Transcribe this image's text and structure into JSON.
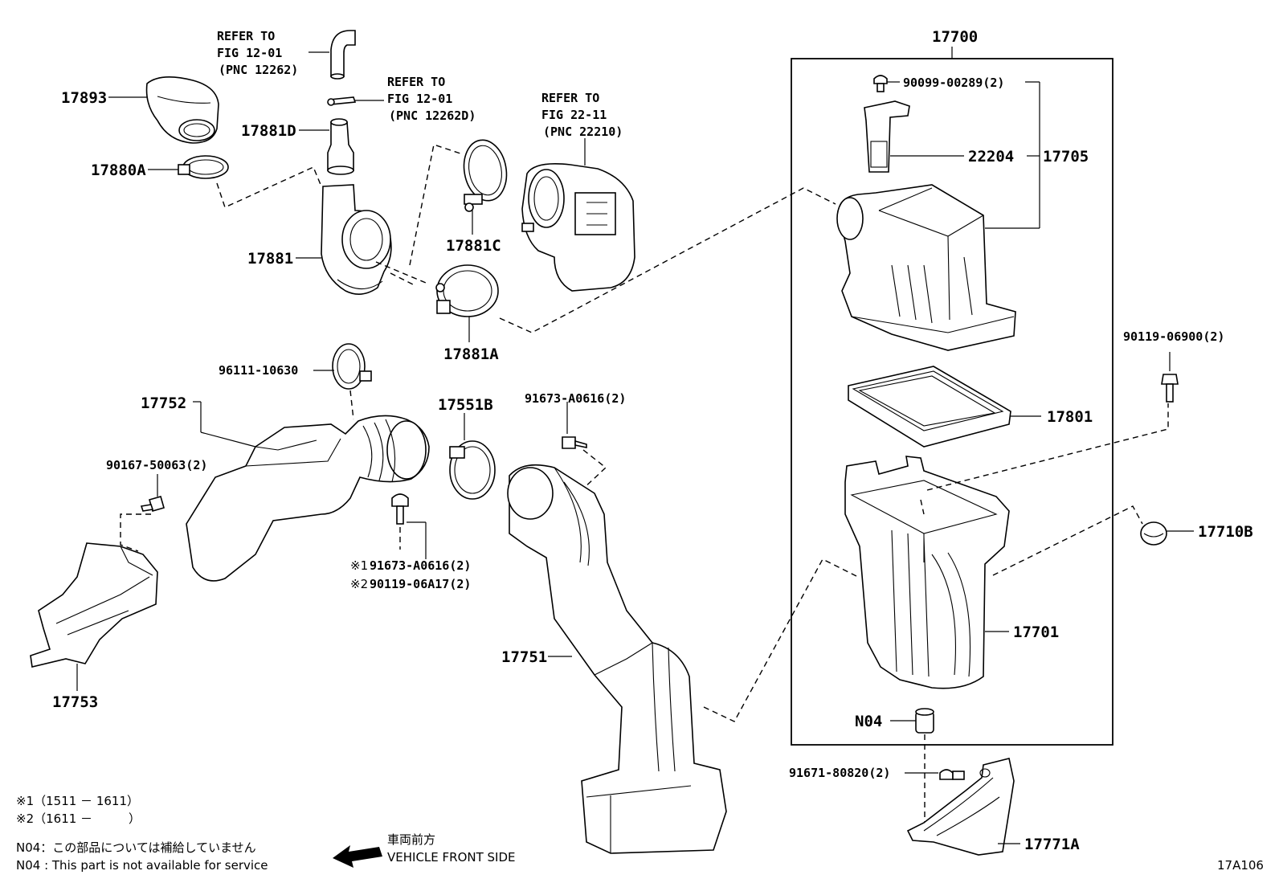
{
  "labels": {
    "p17700": "17700",
    "p17893": "17893",
    "p17881D": "17881D",
    "p17880A": "17880A",
    "p17881": "17881",
    "p17881C": "17881C",
    "p17881A": "17881A",
    "p17752": "17752",
    "p96111": "96111-10630",
    "p17551B": "17551B",
    "p91673a": "91673-A0616(2)",
    "p90167": "90167-50063(2)",
    "p17753": "17753",
    "p17751": "17751",
    "p90099": "90099-00289(2)",
    "p22204": "22204",
    "p17705": "17705",
    "p17801": "17801",
    "p17701": "17701",
    "pN04": "N04",
    "p90119_069": "90119-06900(2)",
    "p17710B": "17710B",
    "p91671": "91671-80820(2)",
    "p17771A": "17771A",
    "alt1": "91673-A0616(2)",
    "alt2": "90119-06A17(2)",
    "alt1_mark": "※1",
    "alt2_mark": "※2"
  },
  "refs": {
    "r1": [
      "REFER TO",
      "FIG 12-01",
      "(PNC 12262)"
    ],
    "r2": [
      "REFER TO",
      "FIG 12-01",
      "(PNC 12262D)"
    ],
    "r3": [
      "REFER TO",
      "FIG 22-11",
      "(PNC 22210)"
    ]
  },
  "notes": {
    "n1": "※1（1511 － 1611）",
    "n2": "※2（1611 －　　　）",
    "n3": "N04：この部品については補給していません",
    "n4": "N04 : This part is not available for service",
    "front_jp": "車両前方",
    "front_en": "VEHICLE FRONT SIDE",
    "fig_id": "17A106"
  }
}
